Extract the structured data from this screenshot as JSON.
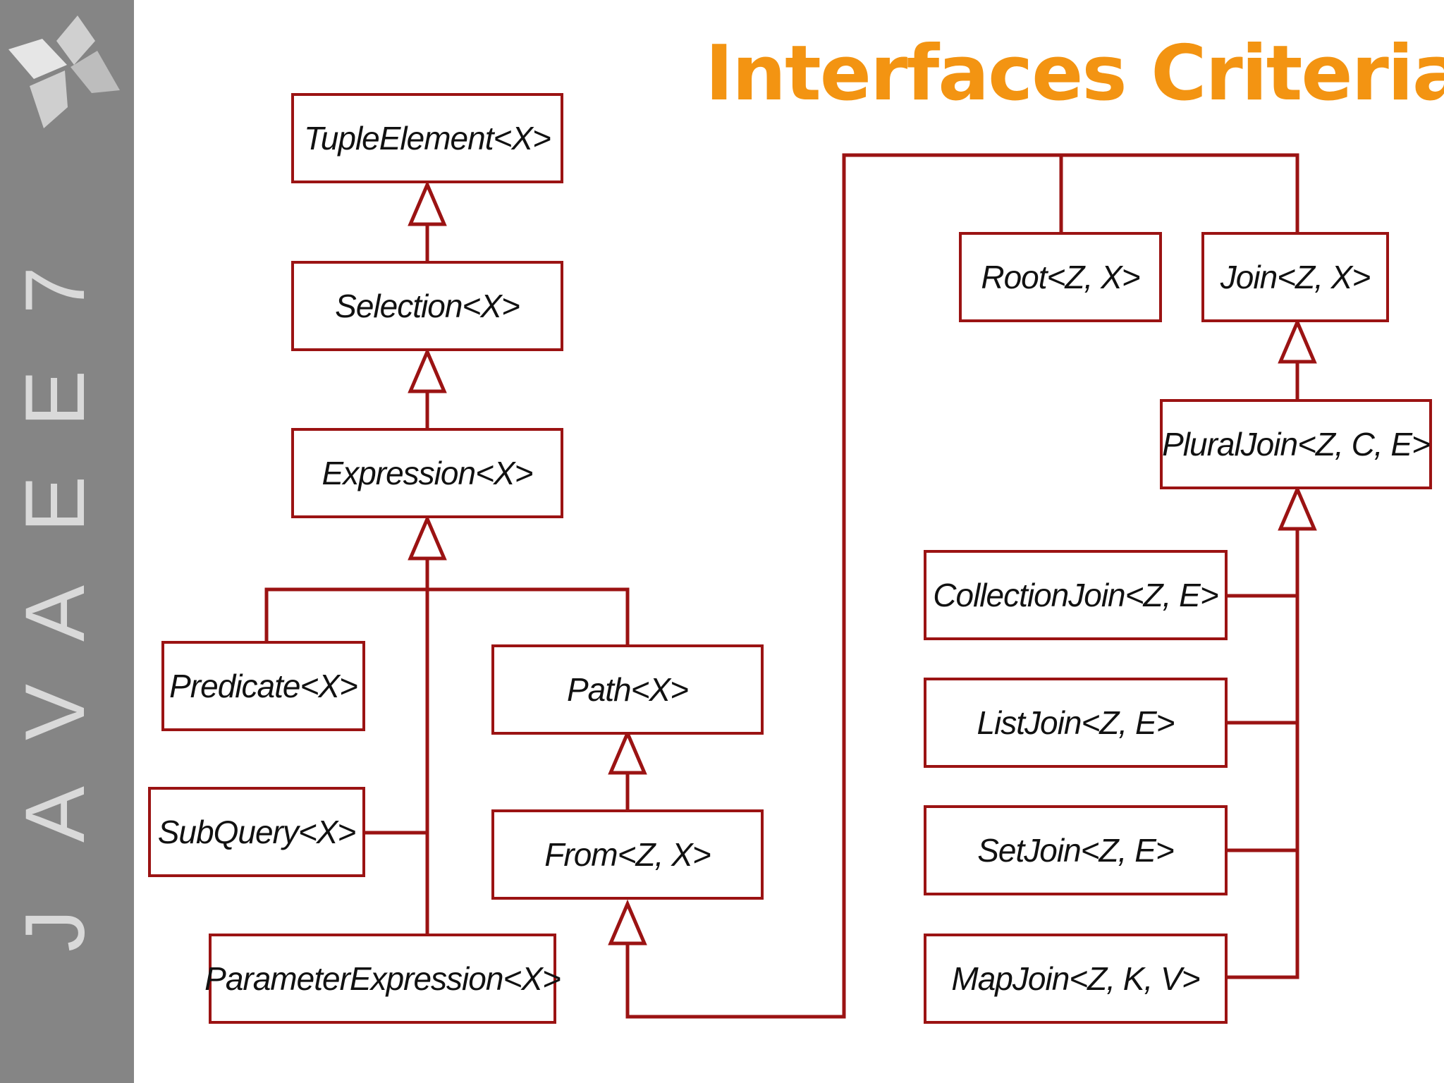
{
  "sidebar": {
    "brand_letters": [
      "J",
      "A",
      "V",
      "A",
      "E",
      "E",
      "7"
    ],
    "background": "#858585",
    "letter_color": "#d9d9d9",
    "logo_icon": "java-ee-diamond-logo-icon"
  },
  "title": "Interfaces Criteria",
  "colors": {
    "title": "#f39412",
    "line": "#9b1313",
    "text": "#111111"
  },
  "nodes": {
    "tuple_element": "TupleElement<X>",
    "selection": "Selection<X>",
    "expression": "Expression<X>",
    "predicate": "Predicate<X>",
    "path": "Path<X>",
    "subquery": "SubQuery<X>",
    "from": "From<Z, X>",
    "parameter_expression": "ParameterExpression<X>",
    "root": "Root<Z, X>",
    "join": "Join<Z, X>",
    "plural_join": "PluralJoin<Z, C, E>",
    "collection_join": "CollectionJoin<Z, E>",
    "list_join": "ListJoin<Z, E>",
    "set_join": "SetJoin<Z, E>",
    "map_join": "MapJoin<Z, K, V>"
  }
}
